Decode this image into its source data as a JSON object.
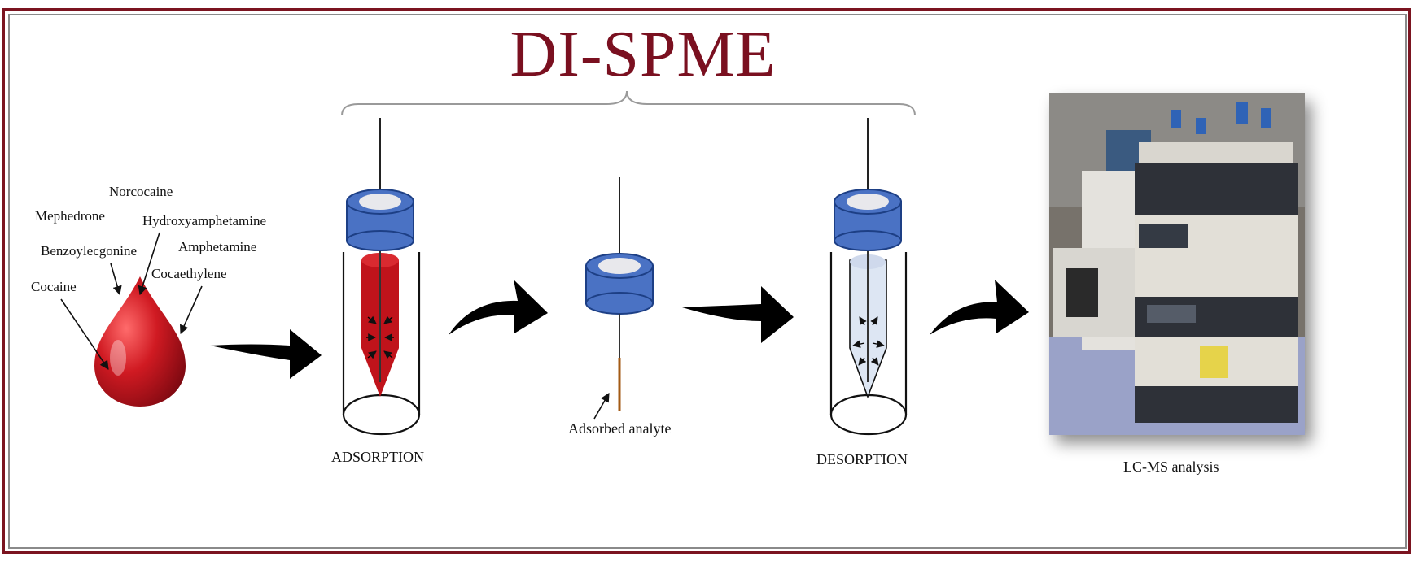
{
  "title": "DI-SPME",
  "analytes": {
    "cocaine": "Cocaine",
    "benzoylecgonine": "Benzoylecgonine",
    "mephedrone": "Mephedrone",
    "norcocaine": "Norcocaine",
    "hydroxyamphetamine": "Hydroxyamphetamine",
    "amphetamine": "Amphetamine",
    "cocaethylene": "Cocaethylene"
  },
  "steps": {
    "adsorption": "ADSORPTION",
    "adsorbed_analyte": "Adsorbed analyte",
    "desorption": "DESORPTION",
    "analysis": "LC-MS analysis"
  },
  "colors": {
    "title": "#7a1020",
    "frame": "#7b1420",
    "cap": "#4a72c4",
    "blood": "#c0131b",
    "desorption_fill": "#dde6f3"
  }
}
